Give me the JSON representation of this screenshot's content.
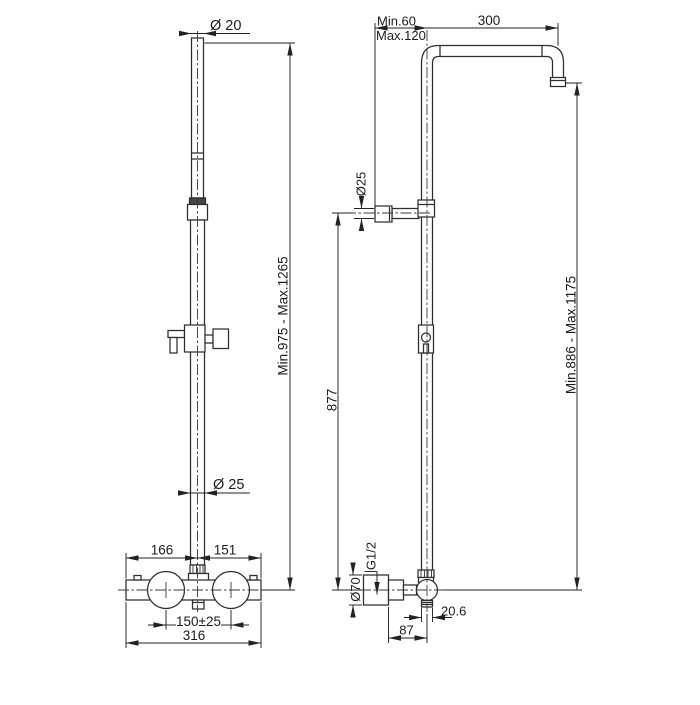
{
  "front_view": {
    "dia_top": "Ø 20",
    "height_range": "Min.975 - Max.1265",
    "dia_pole": "Ø 25",
    "left_span": "166",
    "right_span": "151",
    "outlet_span": "150±25",
    "total_width": "316"
  },
  "side_view": {
    "wall_min": "Min.60",
    "wall_max": "Max.120",
    "arm_length": "300",
    "holder_dia": "Ø25",
    "column_height": "877",
    "head_height_range": "Min.886 - Max.1175",
    "thread": "G1/2",
    "escutcheon_dia": "Ø70",
    "outlet_offset": "20.6",
    "valve_depth": "87"
  }
}
